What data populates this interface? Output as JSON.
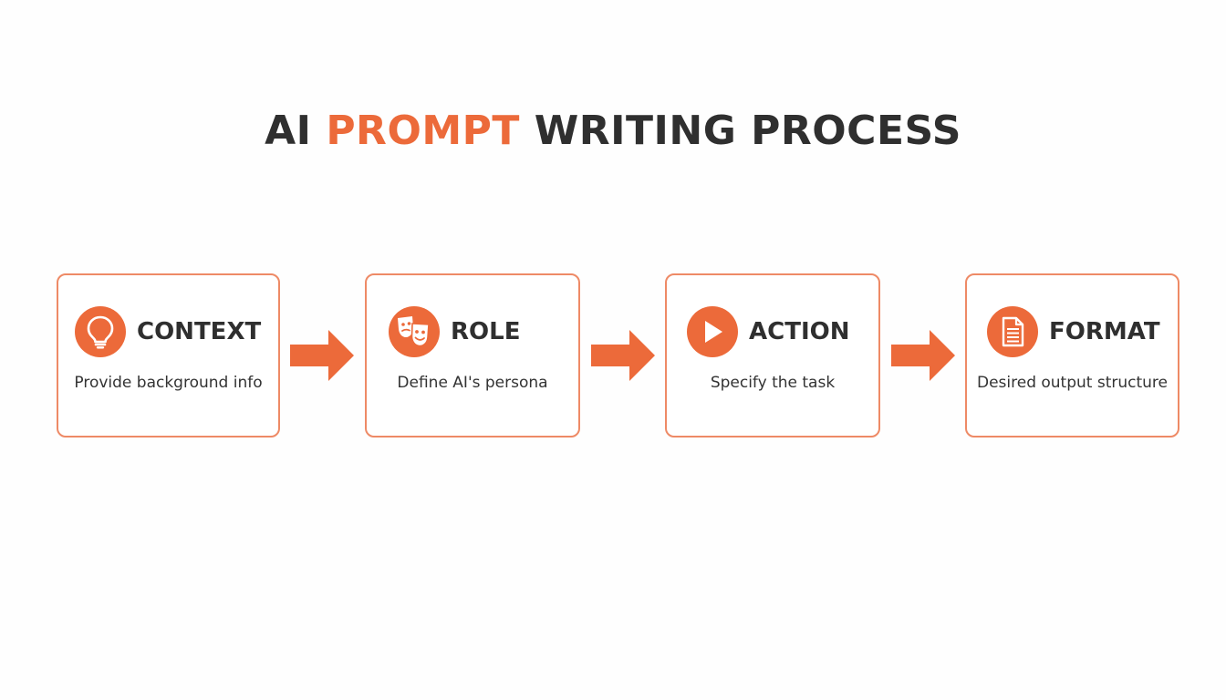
{
  "title": {
    "prefix": "AI ",
    "accent": "PROMPT",
    "suffix": " WRITING PROCESS"
  },
  "colors": {
    "accent": "#ec6a3a",
    "border": "#ee8a66",
    "text": "#2f2f2f"
  },
  "steps": [
    {
      "label": "CONTEXT",
      "description": "Provide background info",
      "icon": "lightbulb-icon"
    },
    {
      "label": "ROLE",
      "description": "Define AI's persona",
      "icon": "theater-masks-icon"
    },
    {
      "label": "ACTION",
      "description": "Specify the task",
      "icon": "play-icon"
    },
    {
      "label": "FORMAT",
      "description": "Desired output structure",
      "icon": "document-icon"
    }
  ]
}
